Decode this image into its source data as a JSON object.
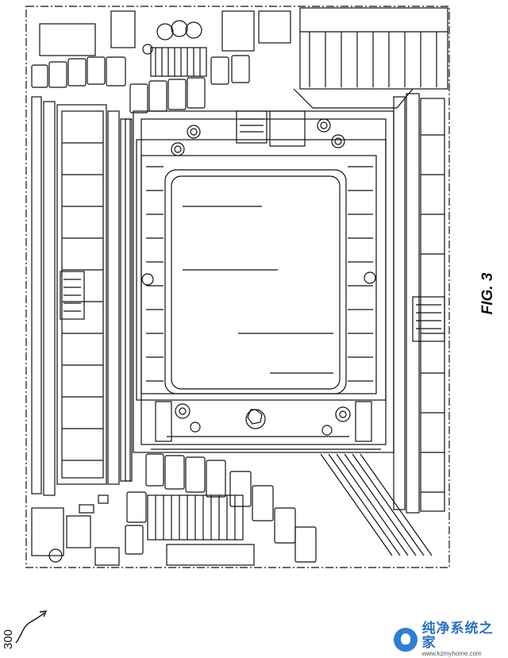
{
  "figure": {
    "label": "FIG. 3",
    "reference_numeral": "300"
  },
  "watermark": {
    "brand": "纯净系统之家",
    "url": "www.kzmyhome.com"
  },
  "colors": {
    "line": "#111111",
    "background": "#ffffff",
    "watermark_blue": "#2a6fc0"
  }
}
